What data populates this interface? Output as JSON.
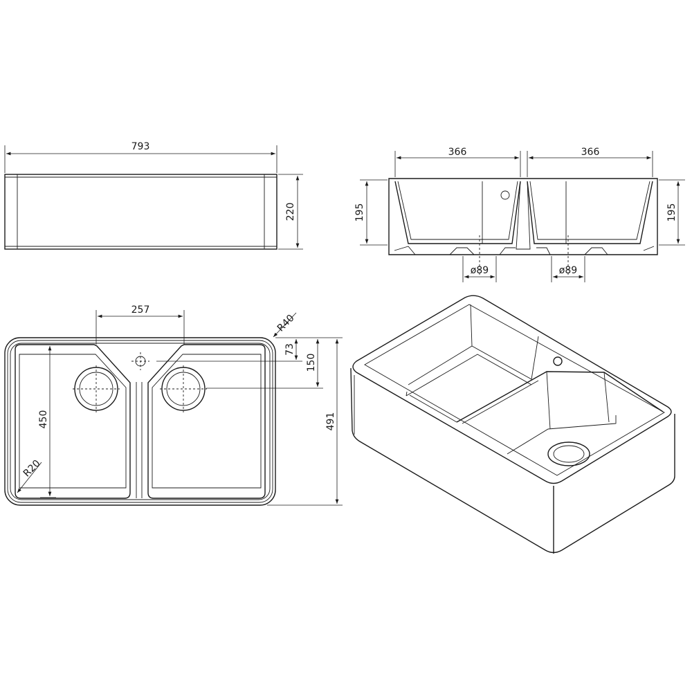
{
  "front_view": {
    "width_label": "793",
    "height_label": "220"
  },
  "side_section_view": {
    "left_bowl_width_label": "366",
    "right_bowl_width_label": "366",
    "left_depth_label": "195",
    "right_depth_label": "195",
    "left_drain_label": "ø89",
    "right_drain_label": "ø89"
  },
  "plan_view": {
    "drain_spacing_label": "257",
    "tap_hole_offset_label": "73",
    "drain_offset_label": "150",
    "overall_depth_label": "491",
    "bowl_depth_label": "450",
    "outer_radius_label": "R40",
    "inner_radius_label": "R20"
  },
  "line_color": "#1a1a1a"
}
